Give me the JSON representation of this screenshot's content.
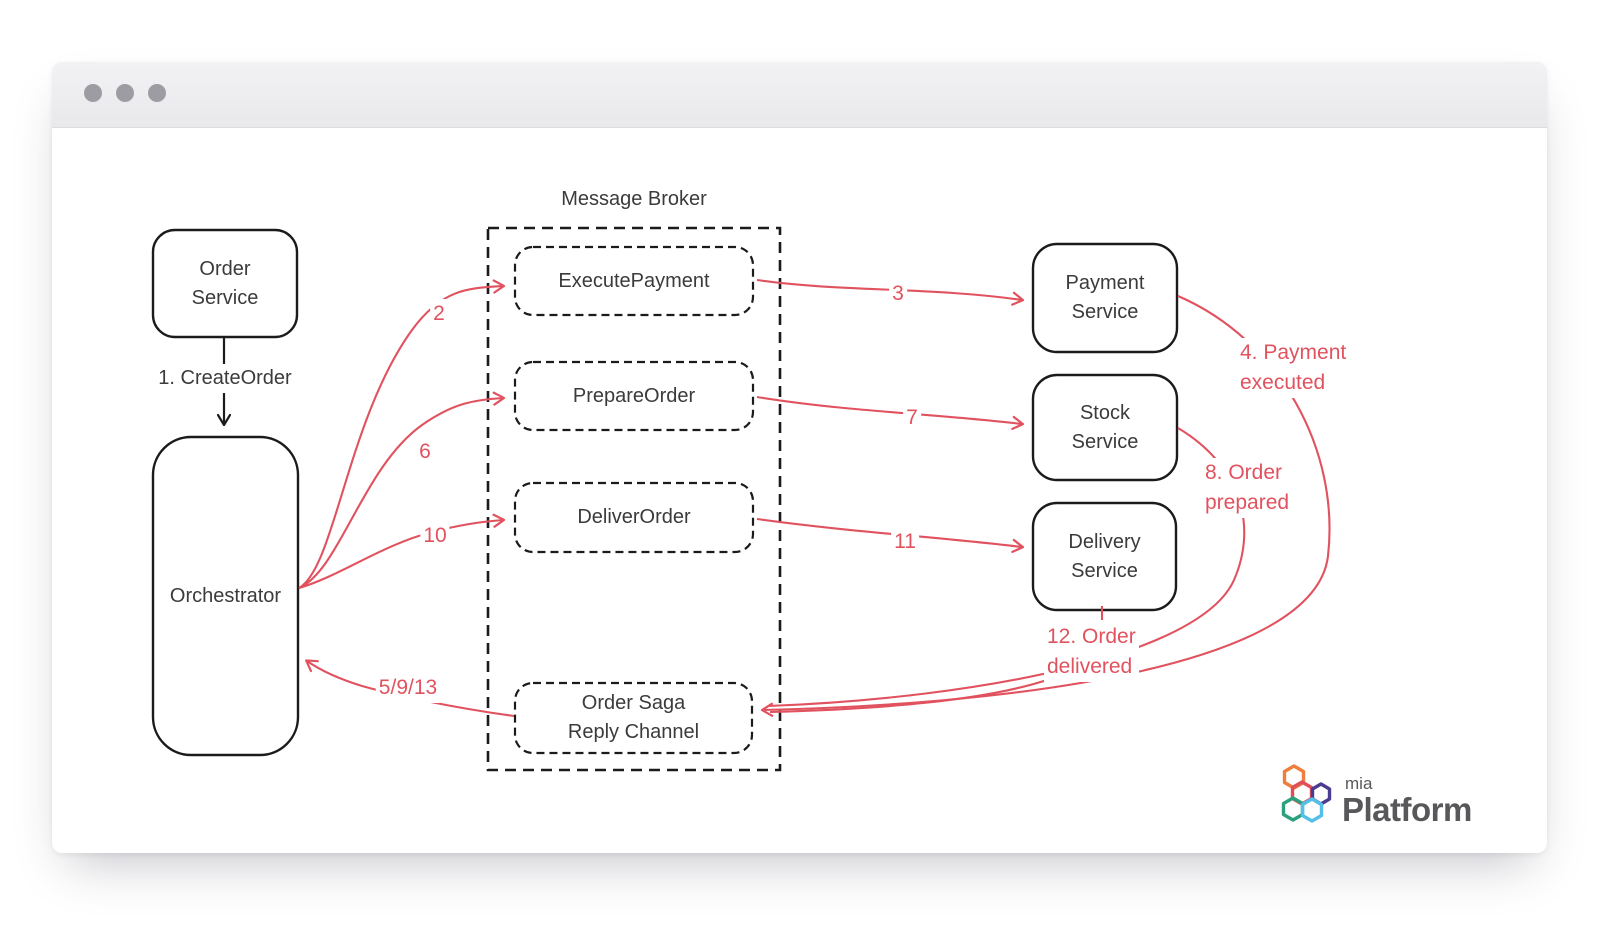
{
  "colors": {
    "red": "#e1525f",
    "ink": "#1b1b1b",
    "text": "#3b3b3b",
    "titlebar_top": "#f2f2f4",
    "titlebar_bottom": "#e9e9eb",
    "dot": "#9c9ca2",
    "logo_orange": "#ee7e3e",
    "logo_red": "#e04f58",
    "logo_purple": "#4b3c8f",
    "logo_green": "#2aa17c",
    "logo_blue": "#54bfe8",
    "logo_text": "#58585b"
  },
  "diagram": {
    "broker_title": "Message Broker",
    "nodes": {
      "order_service": "Order\nService",
      "orchestrator": "Orchestrator",
      "execute_payment": "ExecutePayment",
      "prepare_order": "PrepareOrder",
      "deliver_order": "DeliverOrder",
      "reply_channel": "Order Saga\nReply Channel",
      "payment_service": "Payment\nService",
      "stock_service": "Stock\nService",
      "delivery_service": "Delivery\nService"
    },
    "edge_labels": {
      "create_order": "1. CreateOrder",
      "n2": "2",
      "n3": "3",
      "n6": "6",
      "n7": "7",
      "n10": "10",
      "n11": "11",
      "payment_executed": "4. Payment\nexecuted",
      "order_prepared": "8. Order\nprepared",
      "order_delivered": "12. Order\ndelivered",
      "replies": "5/9/13"
    }
  },
  "logo": {
    "mia": "mia",
    "platform": "Platform"
  }
}
